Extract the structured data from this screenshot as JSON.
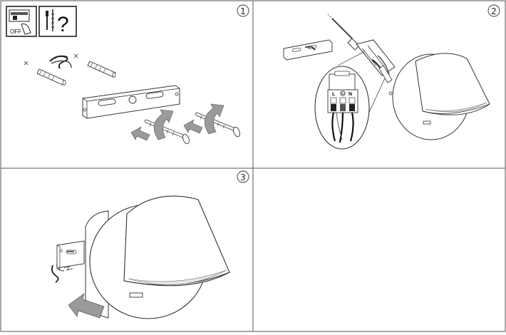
{
  "panels": [
    {
      "step": "1",
      "icons": {
        "switch_text": "OFF",
        "question": "?"
      }
    },
    {
      "step": "2",
      "terminal": {
        "l": "L",
        "n": "N"
      }
    },
    {
      "step": "3"
    },
    {
      "step": ""
    }
  ],
  "colors": {
    "line": "#333333",
    "arrow_fill": "#9a9a9a",
    "border": "#555555"
  }
}
